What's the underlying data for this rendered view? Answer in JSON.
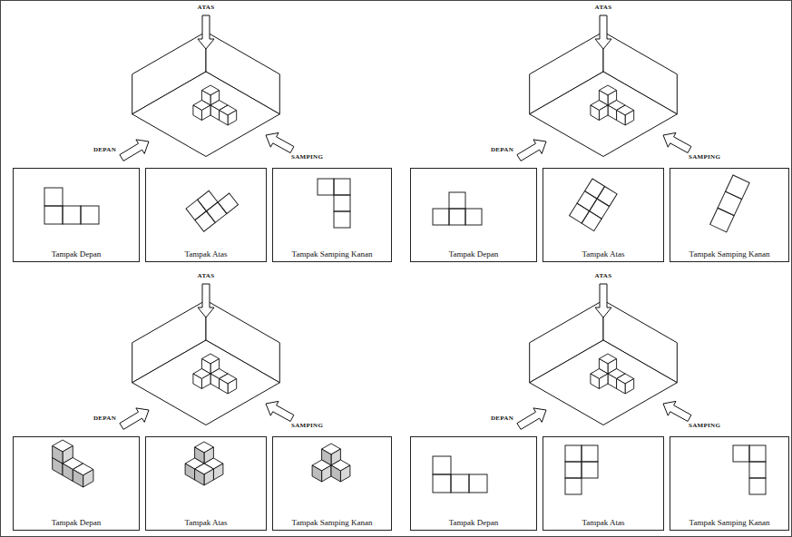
{
  "diagram": {
    "nodes": [
      {
        "text": [
          "Tampak Depan"
        ]
      },
      {
        "text": [
          "Tampak Atas"
        ]
      },
      {
        "text": [
          "Tampak Samping Kanan"
        ]
      },
      {
        "text": [
          "Tampak Depan"
        ]
      },
      {
        "text": [
          "Tampak Atas"
        ]
      },
      {
        "text": [
          "Tampak Samping Kanan"
        ]
      },
      {
        "text": [
          "Tampak Depan"
        ]
      },
      {
        "text": [
          "Tampak Atas"
        ]
      },
      {
        "text": [
          "Tampak Samping Kanan"
        ]
      },
      {
        "text": [
          "Tampak Depan"
        ]
      },
      {
        "text": [
          "Tampak Atas"
        ]
      },
      {
        "text": [
          "Tampak Samping Kanan"
        ]
      }
    ],
    "labels": [
      "ATAS",
      "DEPAN",
      "SAMPING",
      "ATAS",
      "DEPAN",
      "SAMPING",
      "ATAS",
      "DEPAN",
      "SAMPING",
      "ATAS",
      "DEPAN",
      "SAMPING"
    ]
  }
}
